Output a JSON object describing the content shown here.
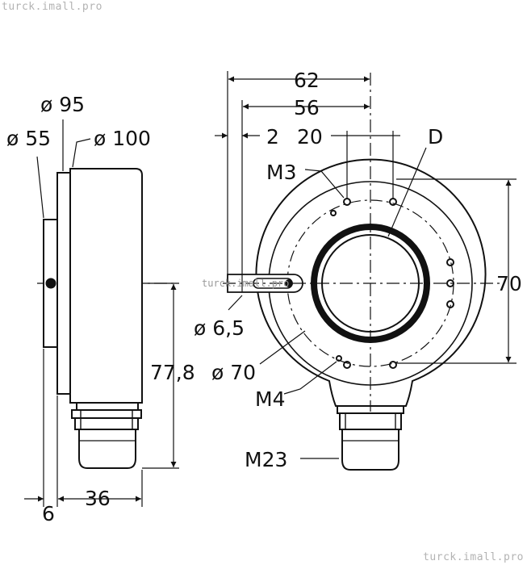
{
  "watermark": {
    "top_left": "turck.imall.pro",
    "bottom_right": "turck.imall.pro",
    "center": "turck.imall.pro"
  },
  "dimensions": {
    "width_62": "62",
    "width_56": "56",
    "offset_2": "2",
    "spacing_20": "20",
    "height_70": "70",
    "height_77_8": "77,8",
    "depth_36": "36",
    "flange_6": "6"
  },
  "labels": {
    "dia_95": "ø 95",
    "dia_55": "ø 55",
    "dia_100": "ø 100",
    "dia_6_5": "ø 6,5",
    "dia_70": "ø 70",
    "thread_m3": "M3",
    "thread_m4": "M4",
    "connector_m23": "M23",
    "hollow_shaft_d": "D"
  }
}
